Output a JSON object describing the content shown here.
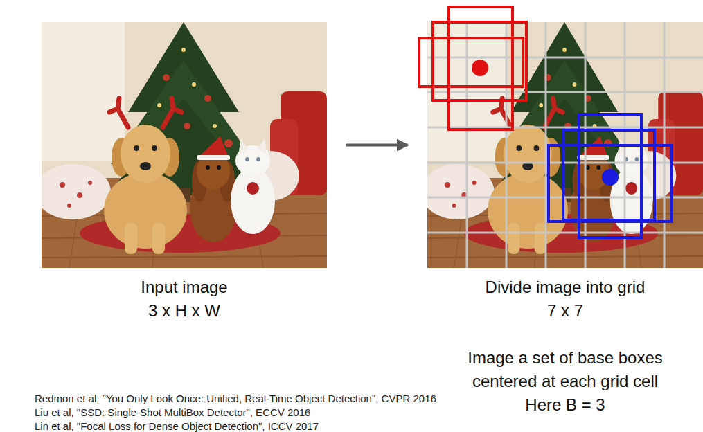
{
  "diagram": {
    "nodes": [
      {
        "text": [
          "Input image",
          "3 x H x W"
        ]
      },
      {
        "text": [
          "Divide image into grid",
          "7 x 7",
          "Image a set of base boxes centered at each grid cell",
          "Here B = 3"
        ]
      }
    ],
    "edges": [
      {
        "from": 0,
        "to": 1,
        "arrow": "to"
      }
    ],
    "labels": [
      "Redmon et al, \"You Only Look Once: Unified, Real-Time Object Detection\", CVPR 2016",
      "Liu et al, \"SSD: Single-Shot MultiBox Detector\", ECCV 2016",
      "Lin et al, \"Focal Loss for Dense Object Detection\", ICCV 2017"
    ]
  }
}
